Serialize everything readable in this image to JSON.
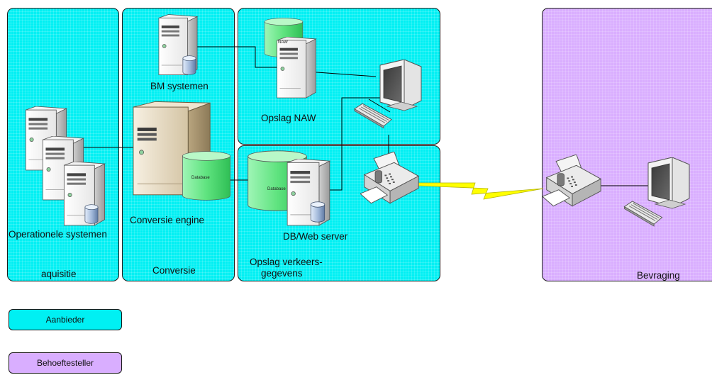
{
  "colors": {
    "aanbieder": "#00f0f3",
    "behoeftesteller": "#d9aeff",
    "lightning": "#ffff00"
  },
  "zones": {
    "aquisitie": "aquisitie",
    "conversie": "Conversie",
    "opslag_verkeers_line1": "Opslag verkeers-",
    "opslag_verkeers_line2": "gegevens",
    "bevraging": "Bevraging"
  },
  "labels": {
    "bm_systemen": "BM systemen",
    "opslag_naw": "Opslag NAW",
    "naw_db": "NAW",
    "conversie_engine": "Conversie engine",
    "database_conv": "Database",
    "database_web": "Database",
    "dbweb_server": "DB/Web server",
    "operationele_systemen": "Operationele systemen"
  },
  "icons": {
    "servers": "server-tower-icon",
    "databases": "database-cylinder-icon",
    "workstations": "monitor-icon",
    "keyboards": "keyboard-icon",
    "fax": "fax-machine-icon",
    "link": "lightning-bolt-icon"
  },
  "legend": {
    "aanbieder": "Aanbieder",
    "behoeftesteller": "Behoeftesteller"
  }
}
